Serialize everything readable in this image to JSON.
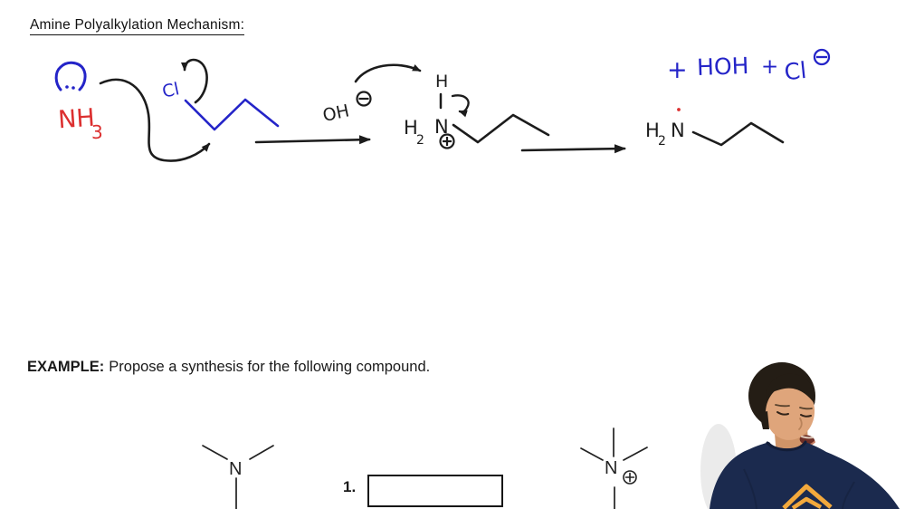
{
  "title": "Amine Polyalkylation Mechanism:",
  "example": {
    "heading": "EXAMPLE:",
    "body": "Propose a synthesis for the following compound."
  },
  "mechanism": {
    "ammonia": {
      "formula": "NH",
      "subscript": "3"
    },
    "alkyl_halide_label": "Cl",
    "hydroxide_label": "OH",
    "ammonium_intermediate": {
      "top_h": "H",
      "left_h": "H",
      "left_h_subscript": "2",
      "nitrogen": "N"
    },
    "product_amine": {
      "h": "H",
      "h_subscript": "2",
      "nitrogen": "N"
    },
    "byproducts": {
      "plus_1": "+",
      "water": "HOH",
      "plus_2": "+",
      "chloride": "Cl"
    }
  },
  "example_problem": {
    "step_label": "1.",
    "reactant_nitrogen": "N",
    "product_nitrogen": "N"
  },
  "colors": {
    "ink_black": "#1c1c1c",
    "ink_blue": "#2424c8",
    "ink_red": "#dc3030",
    "structure_black": "#222222",
    "shirt_navy": "#1b2a4e",
    "logo_yellow": "#f3a93c",
    "skin_tone": "#dfa57b",
    "hair_dark": "#241d15"
  }
}
